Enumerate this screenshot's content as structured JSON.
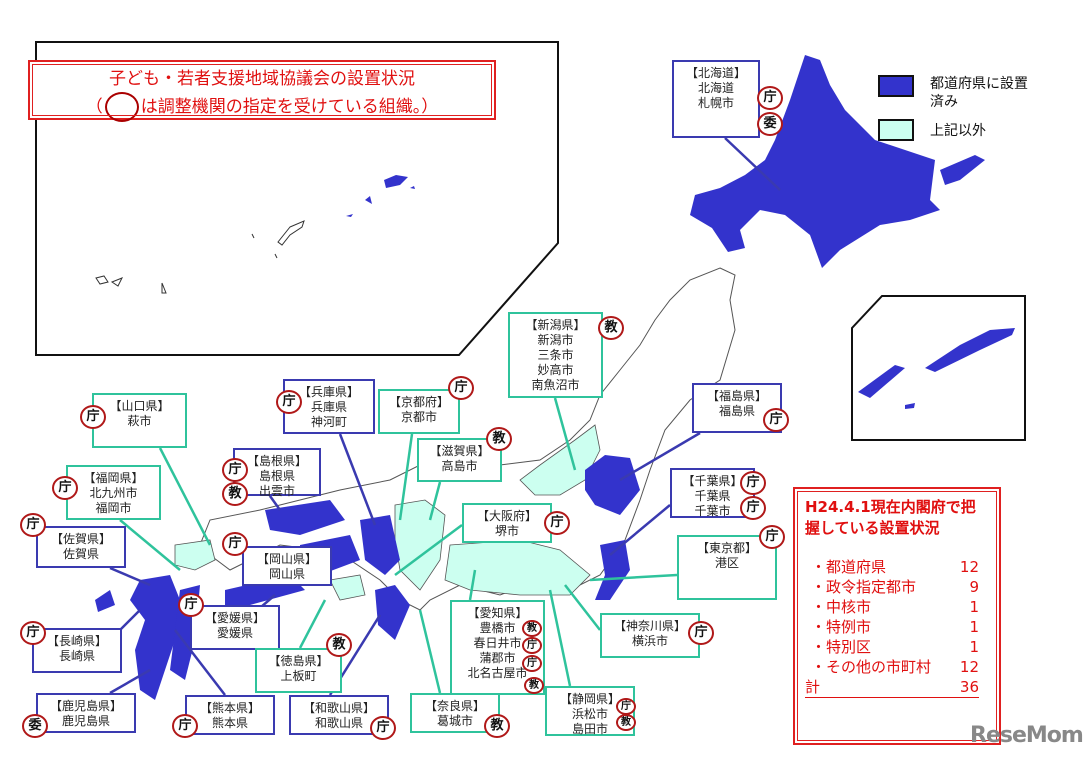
{
  "title": {
    "line1": "子ども・若者支援地域協議会の設置状況",
    "line2_prefix": "（",
    "line2_suffix": "は調整機関の指定を受けている組織。）"
  },
  "legend": [
    {
      "label_line1": "都道府県に設置",
      "label_line2": "済み",
      "color": "#3333cc"
    },
    {
      "label_line1": "上記以外",
      "label_line2": "",
      "color": "#ccfff0"
    }
  ],
  "colors": {
    "established": "#3333cc",
    "other": "#ccfff0",
    "badge": "#b01818",
    "summary": "#e01010"
  },
  "callouts": [
    {
      "lines": [
        "【北海道】",
        "北海道",
        "札幌市"
      ],
      "badges": [
        "庁",
        "委"
      ]
    },
    {
      "lines": [
        "【山口県】",
        "萩市"
      ],
      "badges": [
        "庁"
      ]
    },
    {
      "lines": [
        "【兵庫県】",
        "兵庫県",
        "神河町"
      ],
      "badges": [
        "庁"
      ]
    },
    {
      "lines": [
        "【京都府】",
        "京都市"
      ],
      "badges": [
        "庁"
      ]
    },
    {
      "lines": [
        "【新潟県】",
        "新潟市",
        "三条市",
        "妙高市",
        "南魚沼市"
      ],
      "badges": [
        "教"
      ]
    },
    {
      "lines": [
        "【福島県】",
        "福島県"
      ],
      "badges": [
        "庁"
      ]
    },
    {
      "lines": [
        "【島根県】",
        "島根県",
        "出雲市"
      ],
      "badges": [
        "庁",
        "教"
      ]
    },
    {
      "lines": [
        "【滋賀県】",
        "高島市"
      ],
      "badges": [
        "教"
      ]
    },
    {
      "lines": [
        "【福岡県】",
        "北九州市",
        "福岡市"
      ],
      "badges": [
        "庁"
      ]
    },
    {
      "lines": [
        "【佐賀県】",
        "佐賀県"
      ],
      "badges": [
        "庁"
      ]
    },
    {
      "lines": [
        "【岡山県】",
        "岡山県"
      ],
      "badges": [
        "庁"
      ]
    },
    {
      "lines": [
        "【大阪府】",
        "堺市"
      ],
      "badges": [
        "庁"
      ]
    },
    {
      "lines": [
        "【千葉県】",
        "千葉県",
        "千葉市"
      ],
      "badges": [
        "庁",
        "庁"
      ]
    },
    {
      "lines": [
        "【東京都】",
        "港区"
      ],
      "badges": [
        "庁"
      ]
    },
    {
      "lines": [
        "【愛媛県】",
        "愛媛県"
      ],
      "badges": [
        "庁"
      ]
    },
    {
      "lines": [
        "【長崎県】",
        "長崎県"
      ],
      "badges": [
        "庁"
      ]
    },
    {
      "lines": [
        "【徳島県】",
        "上板町"
      ],
      "badges": [
        "教"
      ]
    },
    {
      "lines": [
        "【愛知県】",
        "豊橋市",
        "春日井市",
        "蒲郡市",
        "北名古屋市"
      ],
      "badges": [
        "教",
        "庁",
        "庁",
        "教"
      ]
    },
    {
      "lines": [
        "【神奈川県】",
        "横浜市"
      ],
      "badges": [
        "庁"
      ]
    },
    {
      "lines": [
        "【鹿児島県】",
        "鹿児島県"
      ],
      "badges": [
        "委"
      ]
    },
    {
      "lines": [
        "【熊本県】",
        "熊本県"
      ],
      "badges": [
        "庁"
      ]
    },
    {
      "lines": [
        "【和歌山県】",
        "和歌山県"
      ],
      "badges": [
        "庁"
      ]
    },
    {
      "lines": [
        "【奈良県】",
        "葛城市"
      ],
      "badges": [
        "教"
      ]
    },
    {
      "lines": [
        "【静岡県】",
        "浜松市",
        "島田市"
      ],
      "badges": [
        "庁",
        "教"
      ]
    }
  ],
  "summary": {
    "heading_line1": "H24.4.1現在内閣府で把",
    "heading_line2": "握している設置状況",
    "rows": [
      {
        "label": "・都道府県",
        "value": "12"
      },
      {
        "label": "・政令指定都市",
        "value": "9"
      },
      {
        "label": "・中核市",
        "value": "1"
      },
      {
        "label": "・特例市",
        "value": "1"
      },
      {
        "label": "・特別区",
        "value": "1"
      },
      {
        "label": "・その他の市町村",
        "value": "12"
      }
    ],
    "total_label": "計",
    "total_value": "36"
  },
  "watermark": "ReseMom"
}
